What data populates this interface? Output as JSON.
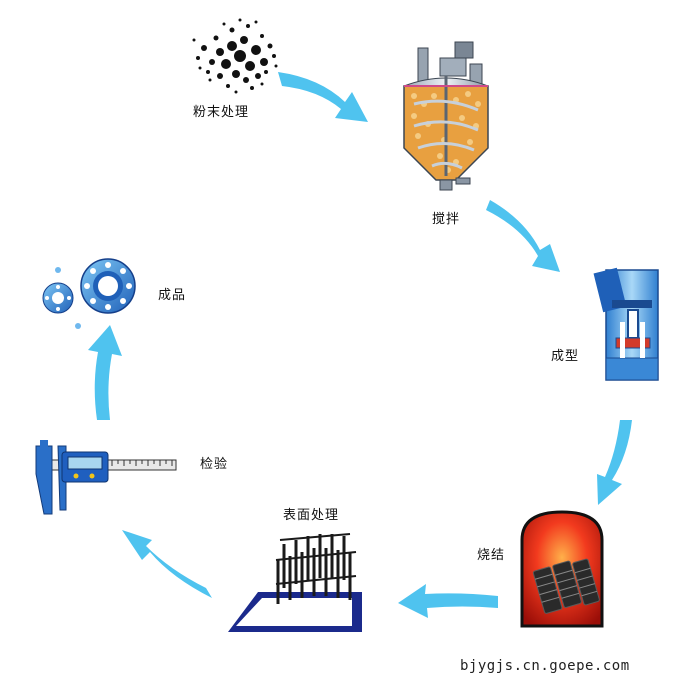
{
  "steps": {
    "powder": "粉末处理",
    "mixing": "搅拌",
    "molding": "成型",
    "sintering": "烧结",
    "surface": "表面处理",
    "inspection": "检验",
    "product": "成品"
  },
  "watermark": "bjygjs.cn.goepe.com",
  "colors": {
    "arrow": "#4fc3ef",
    "accent_blue": "#2a7fd4",
    "dark_navy": "#1b2a8c",
    "furnace_red": "#e0221a"
  }
}
